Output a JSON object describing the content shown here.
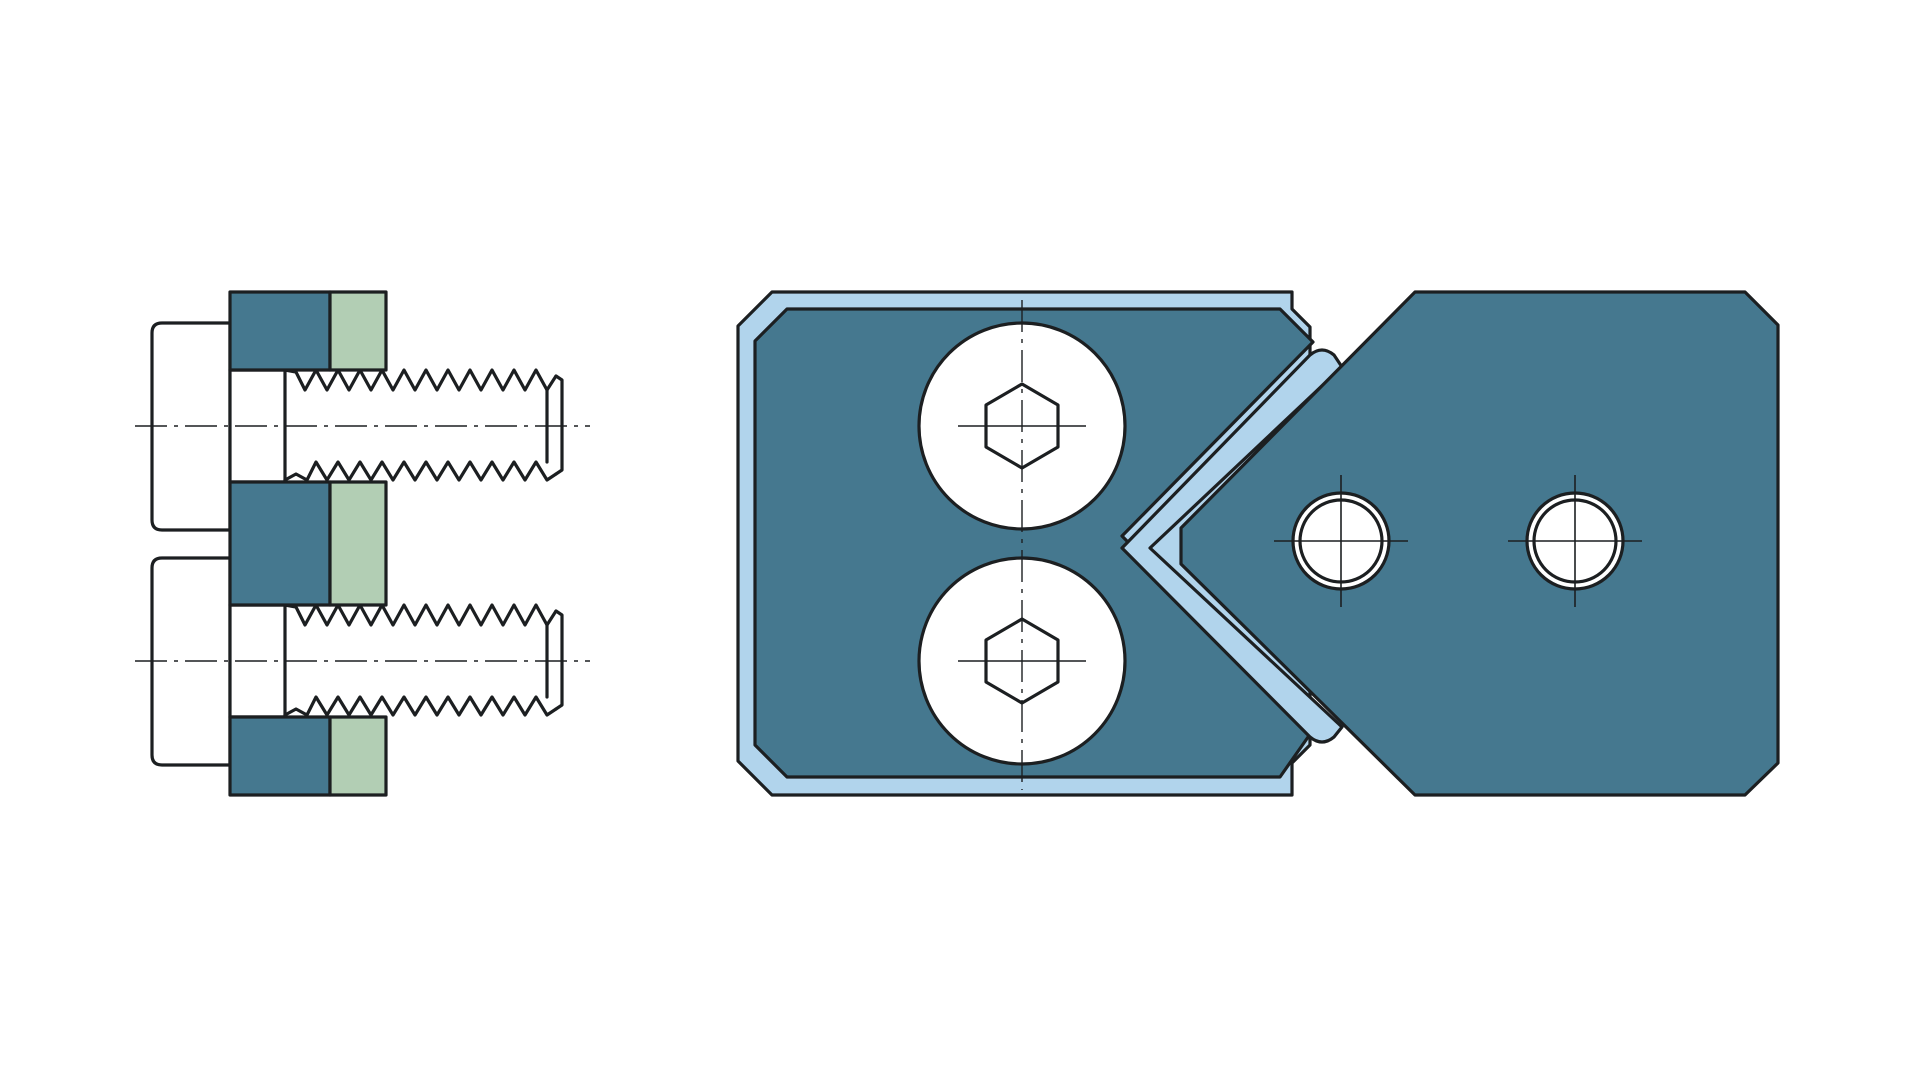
{
  "diagram": {
    "colors": {
      "background": "#ffffff",
      "outline": "#1c1f21",
      "part_steel_blue": "#45788f",
      "spacer_light_blue": "#b1d4ec",
      "washer_green": "#b2ceb4",
      "screw_white": "#ffffff"
    },
    "views": [
      {
        "name": "side-section",
        "items": [
          "screw-upper",
          "screw-lower",
          "clamp-plates",
          "washers"
        ]
      },
      {
        "name": "front-view",
        "items": [
          "clamp-block-left",
          "clamp-block-right",
          "spacer-v",
          "socket-head-upper",
          "socket-head-lower",
          "pin-hole-left",
          "pin-hole-right"
        ]
      }
    ],
    "icons": {
      "socket_head": "hex-socket-icon",
      "pin_hole": "circle-hole-icon",
      "centerline": "dash-dot-line"
    }
  }
}
